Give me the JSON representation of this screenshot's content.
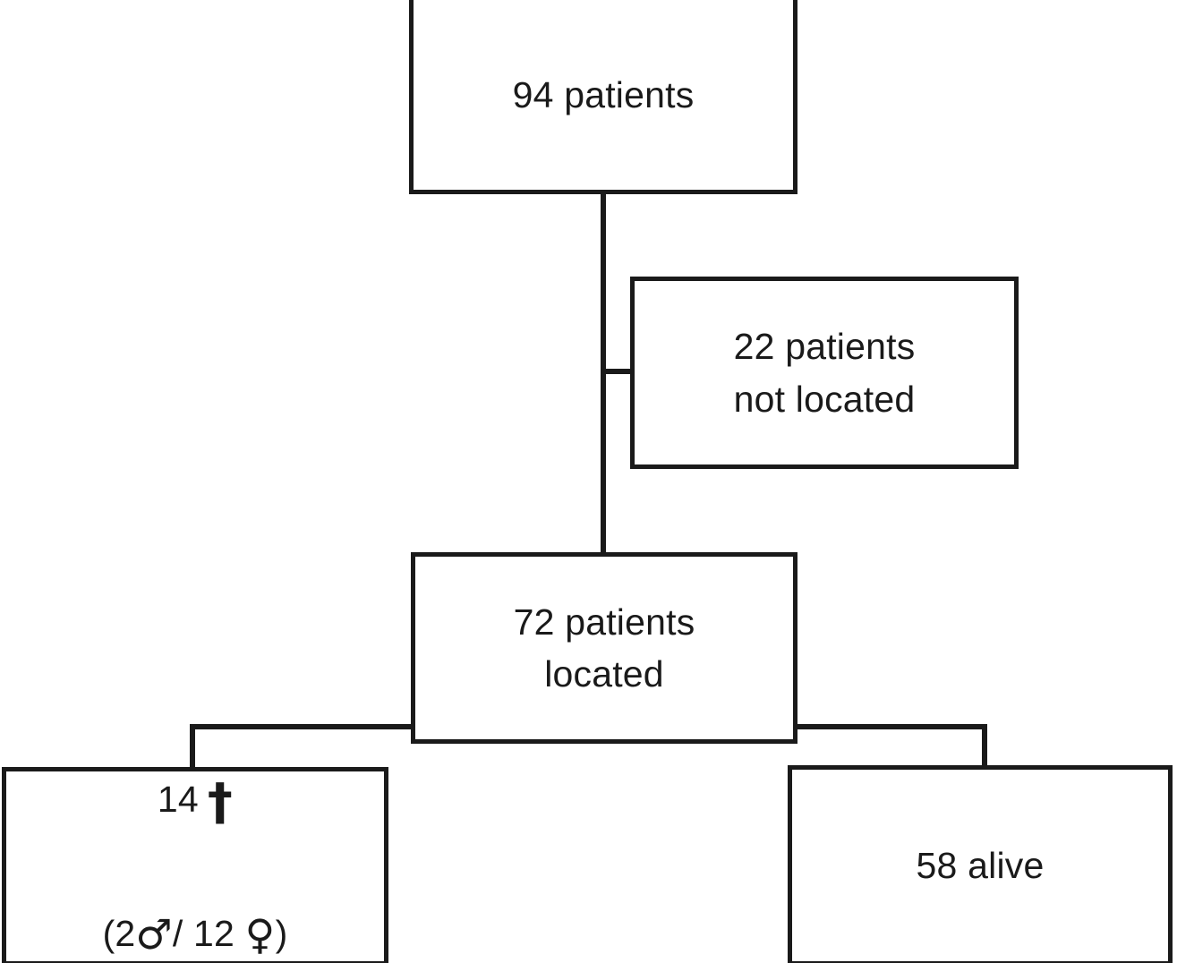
{
  "diagram": {
    "type": "patient-flow-chart",
    "title": "",
    "nodes": [
      {
        "id": "total",
        "label": "94 patients",
        "count": 94
      },
      {
        "id": "not_located",
        "label": "22 patients\nnot located",
        "count": 22
      },
      {
        "id": "located",
        "label": "72 patients\nlocated",
        "count": 72
      },
      {
        "id": "deceased",
        "count": 14,
        "count_text": "14",
        "death_symbol": "†",
        "breakdown_open": "(2",
        "male_symbol": "♂",
        "breakdown_sep": "/ 12 ",
        "female_symbol": "♀",
        "breakdown_close": ")",
        "male_count": 2,
        "female_count": 12,
        "full_text": "14 † (2♂/12 ♀)"
      },
      {
        "id": "alive",
        "label": "58 alive",
        "count": 58
      }
    ],
    "edges": [
      {
        "from": "total",
        "to": "not_located"
      },
      {
        "from": "total",
        "to": "located"
      },
      {
        "from": "located",
        "to": "deceased"
      },
      {
        "from": "located",
        "to": "alive"
      }
    ],
    "colors": {
      "stroke": "#1a1a1a",
      "fill": "#ffffff",
      "text": "#1a1a1a"
    }
  }
}
